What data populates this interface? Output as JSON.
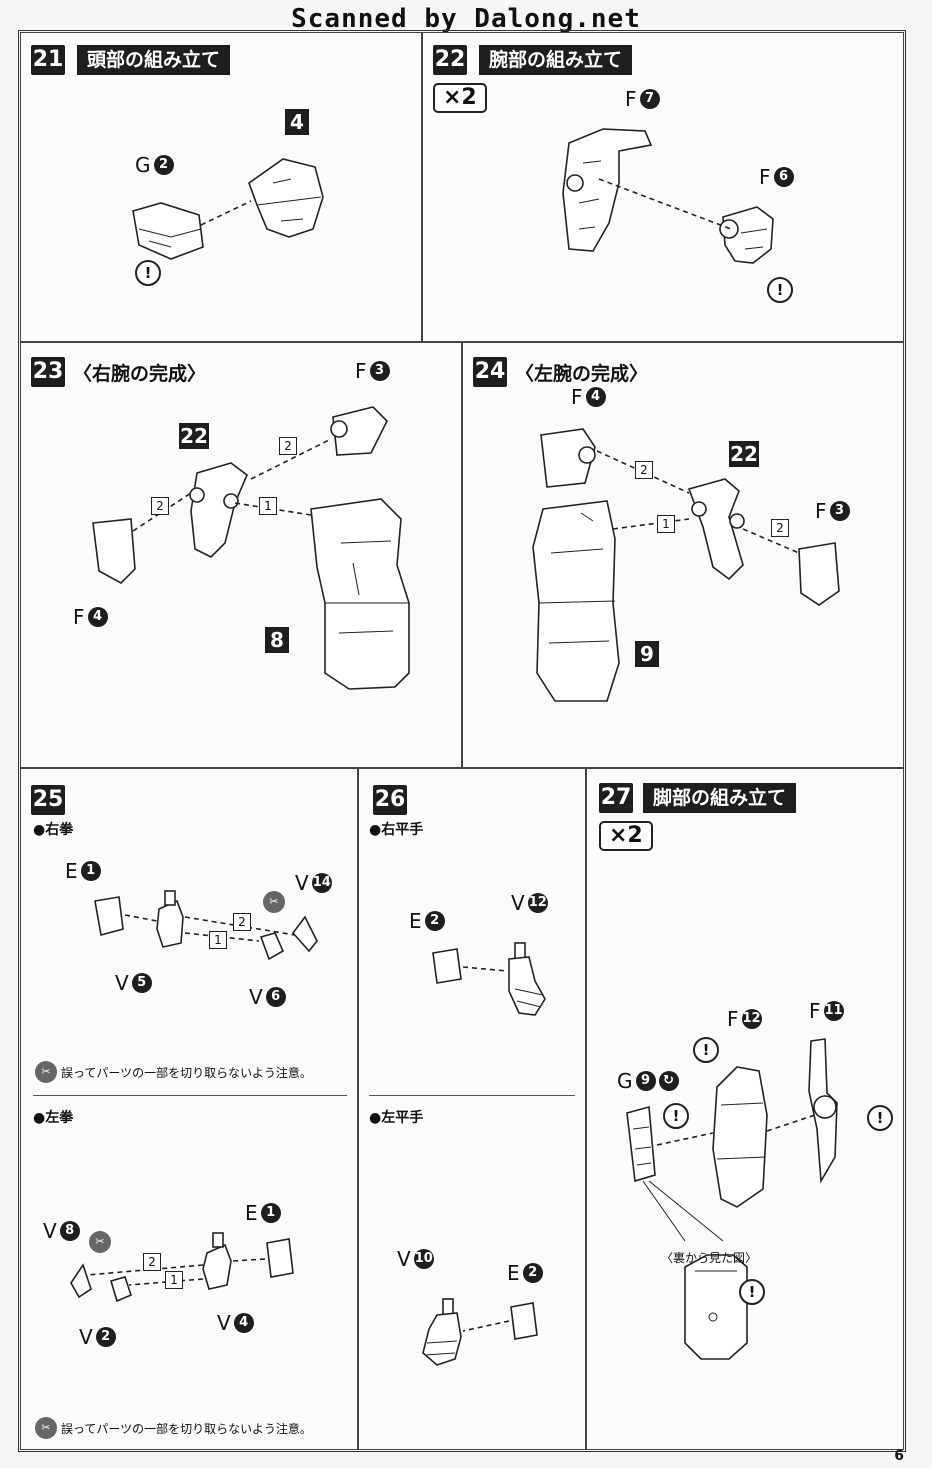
{
  "banner": "Scanned by Dalong.net",
  "page_number": "6",
  "steps": {
    "s21": {
      "num": "21",
      "title": "頭部の組み立て",
      "parts": {
        "g": "G",
        "g_n": "2",
        "p4": "4"
      }
    },
    "s22": {
      "num": "22",
      "title": "腕部の組み立て",
      "times": "×2",
      "parts": {
        "f7": "F",
        "f7_n": "7",
        "f6": "F",
        "f6_n": "6"
      }
    },
    "s23": {
      "num": "23",
      "title": "〈右腕の完成〉",
      "parts": {
        "f3": "F",
        "f3_n": "3",
        "f4": "F",
        "f4_n": "4",
        "p22": "22",
        "p8": "8"
      },
      "arrow1": "1",
      "arrow2a": "2",
      "arrow2b": "2"
    },
    "s24": {
      "num": "24",
      "title": "〈左腕の完成〉",
      "parts": {
        "f4": "F",
        "f4_n": "4",
        "f3": "F",
        "f3_n": "3",
        "p22": "22",
        "p9": "9"
      },
      "arrow1": "1",
      "arrow2a": "2",
      "arrow2b": "2"
    },
    "s25": {
      "num": "25",
      "sub1": "●右拳",
      "sub2": "●左拳",
      "right": {
        "e1": "E",
        "e1_n": "1",
        "v14": "V",
        "v14_n": "14",
        "v5": "V",
        "v5_n": "5",
        "v6": "V",
        "v6_n": "6",
        "a1": "1",
        "a2": "2"
      },
      "left": {
        "v8": "V",
        "v8_n": "8",
        "e1": "E",
        "e1_n": "1",
        "v2": "V",
        "v2_n": "2",
        "v4": "V",
        "v4_n": "4",
        "a1": "1",
        "a2": "2"
      },
      "note": "誤ってパーツの一部を切り取らないよう注意。"
    },
    "s26": {
      "num": "26",
      "sub1": "●右平手",
      "sub2": "●左平手",
      "right": {
        "e2": "E",
        "e2_n": "2",
        "v12": "V",
        "v12_n": "12"
      },
      "left": {
        "v10": "V",
        "v10_n": "10",
        "e2": "E",
        "e2_n": "2"
      }
    },
    "s27": {
      "num": "27",
      "title": "脚部の組み立て",
      "times": "×2",
      "parts": {
        "f12": "F",
        "f12_n": "12",
        "f11": "F",
        "f11_n": "11",
        "g9": "G",
        "g9_n": "9"
      },
      "back_view": "〈裏から見た図〉"
    }
  },
  "icons": {
    "warning": "exclamation-icon",
    "cut": "cut-warning-icon"
  }
}
